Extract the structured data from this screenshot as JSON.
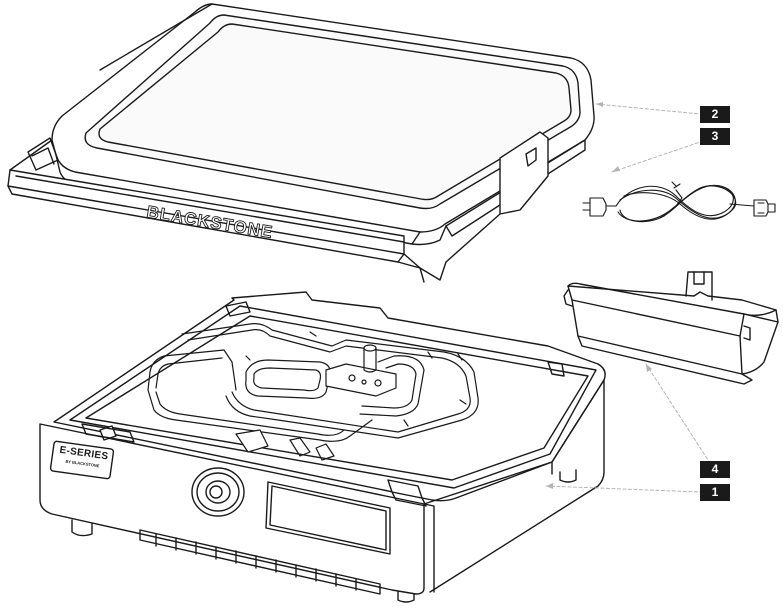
{
  "diagram": {
    "brand_text": "BLACKSTONE",
    "badge_line1": "E-SERIES",
    "badge_line2": "BY BLACKSTONE",
    "callouts": [
      {
        "id": "c2",
        "label": "2"
      },
      {
        "id": "c3",
        "label": "3"
      },
      {
        "id": "c4",
        "label": "4"
      },
      {
        "id": "c1",
        "label": "1"
      }
    ]
  },
  "colors": {
    "line": "#1a1a1a",
    "leader": "#b3b3b3",
    "callout_bg": "#1a1a1a",
    "callout_text": "#ffffff"
  }
}
